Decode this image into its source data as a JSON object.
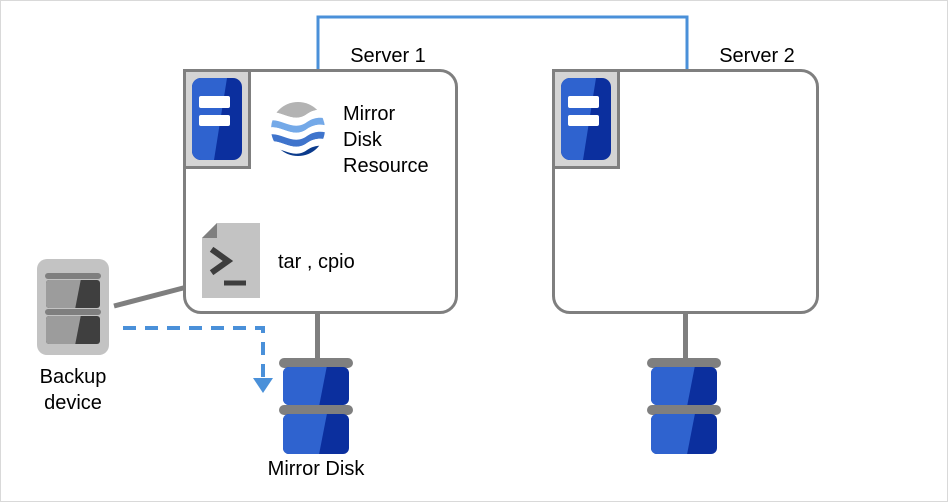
{
  "diagram": {
    "title_server1": "Server 1",
    "title_server2": "Server 2",
    "mirror_disk_resource_label": "Mirror\nDisk\nResource",
    "tar_cpio_label": "tar , cpio",
    "backup_device_label": "Backup\ndevice",
    "mirror_disk_label": "Mirror Disk",
    "icons": {
      "server1_machine": "server-icon",
      "server2_machine": "server-icon",
      "mirror_disk_resource": "mirror-disk-resource-logo-icon",
      "tar_cpio": "terminal-document-icon",
      "backup_device": "backup-device-icon",
      "mirror_disk_1": "disk-stack-icon",
      "mirror_disk_2": "disk-stack-icon"
    },
    "colors": {
      "interconnect_blue": "#4a90d9",
      "backup_flow_blue": "#4a90d9",
      "box_border_gray": "#7f7f7f",
      "disk_dark_blue": "#0b2f9e",
      "disk_light_blue": "#2f63cf",
      "icon_panel_gray": "#d4d4d4",
      "backup_body_gray": "#c3c3c3",
      "text_black": "#000000",
      "canvas_white": "#ffffff"
    }
  }
}
